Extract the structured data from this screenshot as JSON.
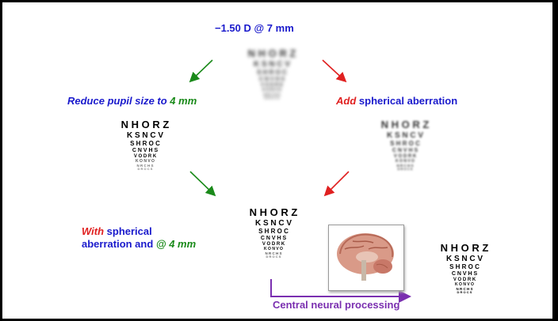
{
  "title": "−1.50 D @ 7 mm",
  "left_label": {
    "part1": "Reduce pupil size to ",
    "part2": "4 mm"
  },
  "right_label": {
    "part1": "Add",
    "part2": " spherical aberration"
  },
  "bottom_label": {
    "part1": "With",
    "part2": " spherical",
    "line2a": "aberration and ",
    "line2b": "@ 4 mm"
  },
  "neural_label": "Central neural processing",
  "eye_chart_rows": [
    "N H O R Z",
    "K S N C V",
    "S H R O C",
    "C N V H S",
    "V O D R K",
    "K O N V O",
    "N R C H S",
    "D R O C S"
  ],
  "colors": {
    "blue": "#1a1acc",
    "green": "#1a8a1a",
    "red": "#e02020",
    "purple": "#7a2fb0"
  }
}
